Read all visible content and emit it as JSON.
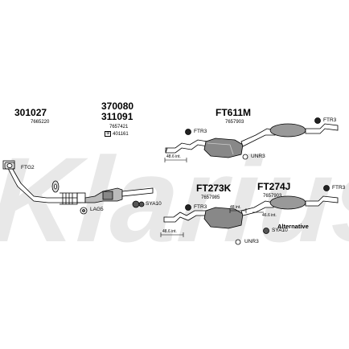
{
  "watermark": "Klarius",
  "parts": {
    "p301027": {
      "code": "301027",
      "ref": "7665220"
    },
    "p370080": {
      "code": "370080"
    },
    "p311091": {
      "code": "311091",
      "ref": "7657421",
      "ref2": "401161"
    },
    "ft611m": {
      "code": "FT611M",
      "ref": "7657903"
    },
    "ft273k": {
      "code": "FT273K",
      "ref": "7657985"
    },
    "ft274j": {
      "code": "FT274J",
      "ref": "7657903"
    }
  },
  "fittings": {
    "ftg2": "FTG2",
    "lag5": "LAG5",
    "sya10_a": "SYA10",
    "sya10_b": "SYA10",
    "ftr3_a": "FTR3",
    "ftr3_b": "FTR3",
    "ftr3_c": "FTR3",
    "ftr3_d": "FTR3",
    "unr3_a": "UNR3",
    "unr3_b": "UNR3"
  },
  "dimensions": {
    "d1": "48.6 int.",
    "d2": "48.6 int.",
    "d3": "48 int.",
    "d4": "46.6 int."
  },
  "alternative_label": "Alternative"
}
